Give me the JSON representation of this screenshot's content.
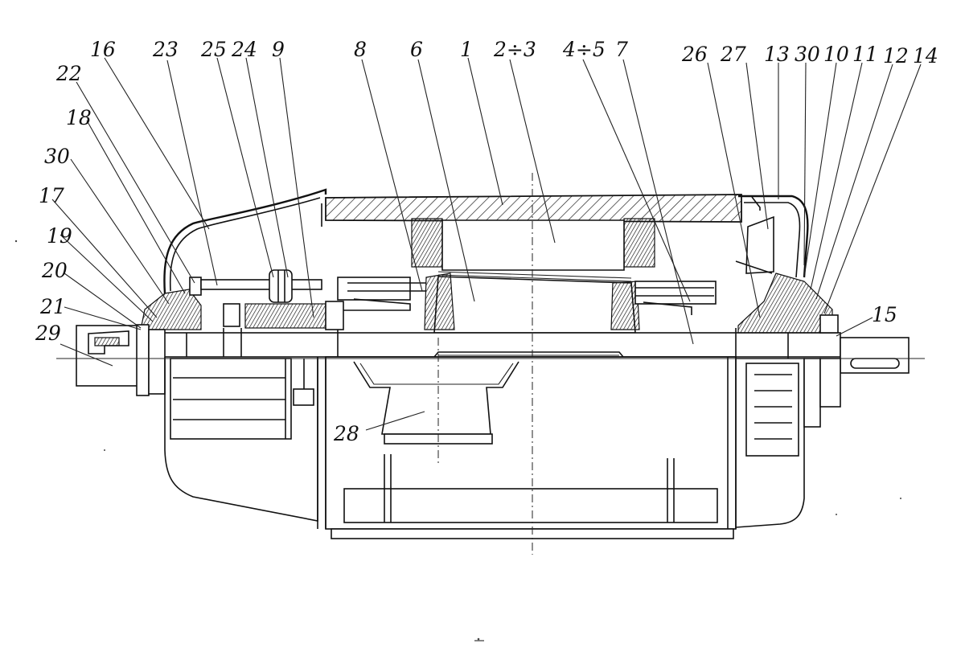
{
  "diagram": {
    "callouts": [
      {
        "id": "c16",
        "text": "16"
      },
      {
        "id": "c23",
        "text": "23"
      },
      {
        "id": "c25",
        "text": "25"
      },
      {
        "id": "c24",
        "text": "24"
      },
      {
        "id": "c9",
        "text": "9"
      },
      {
        "id": "c8",
        "text": "8"
      },
      {
        "id": "c6",
        "text": "6"
      },
      {
        "id": "c1",
        "text": "1"
      },
      {
        "id": "c2-3",
        "text": "2÷3"
      },
      {
        "id": "c4-5",
        "text": "4÷5"
      },
      {
        "id": "c7",
        "text": "7"
      },
      {
        "id": "c26",
        "text": "26"
      },
      {
        "id": "c27",
        "text": "27"
      },
      {
        "id": "c13",
        "text": "13"
      },
      {
        "id": "c30r",
        "text": "30"
      },
      {
        "id": "c10",
        "text": "10"
      },
      {
        "id": "c11",
        "text": "11"
      },
      {
        "id": "c12",
        "text": "12"
      },
      {
        "id": "c14",
        "text": "14"
      },
      {
        "id": "c22",
        "text": "22"
      },
      {
        "id": "c18",
        "text": "18"
      },
      {
        "id": "c30l",
        "text": "30"
      },
      {
        "id": "c17",
        "text": "17"
      },
      {
        "id": "c19",
        "text": "19"
      },
      {
        "id": "c20",
        "text": "20"
      },
      {
        "id": "c21",
        "text": "21"
      },
      {
        "id": "c29",
        "text": "29"
      },
      {
        "id": "c15",
        "text": "15"
      },
      {
        "id": "c28",
        "text": "28"
      }
    ]
  }
}
